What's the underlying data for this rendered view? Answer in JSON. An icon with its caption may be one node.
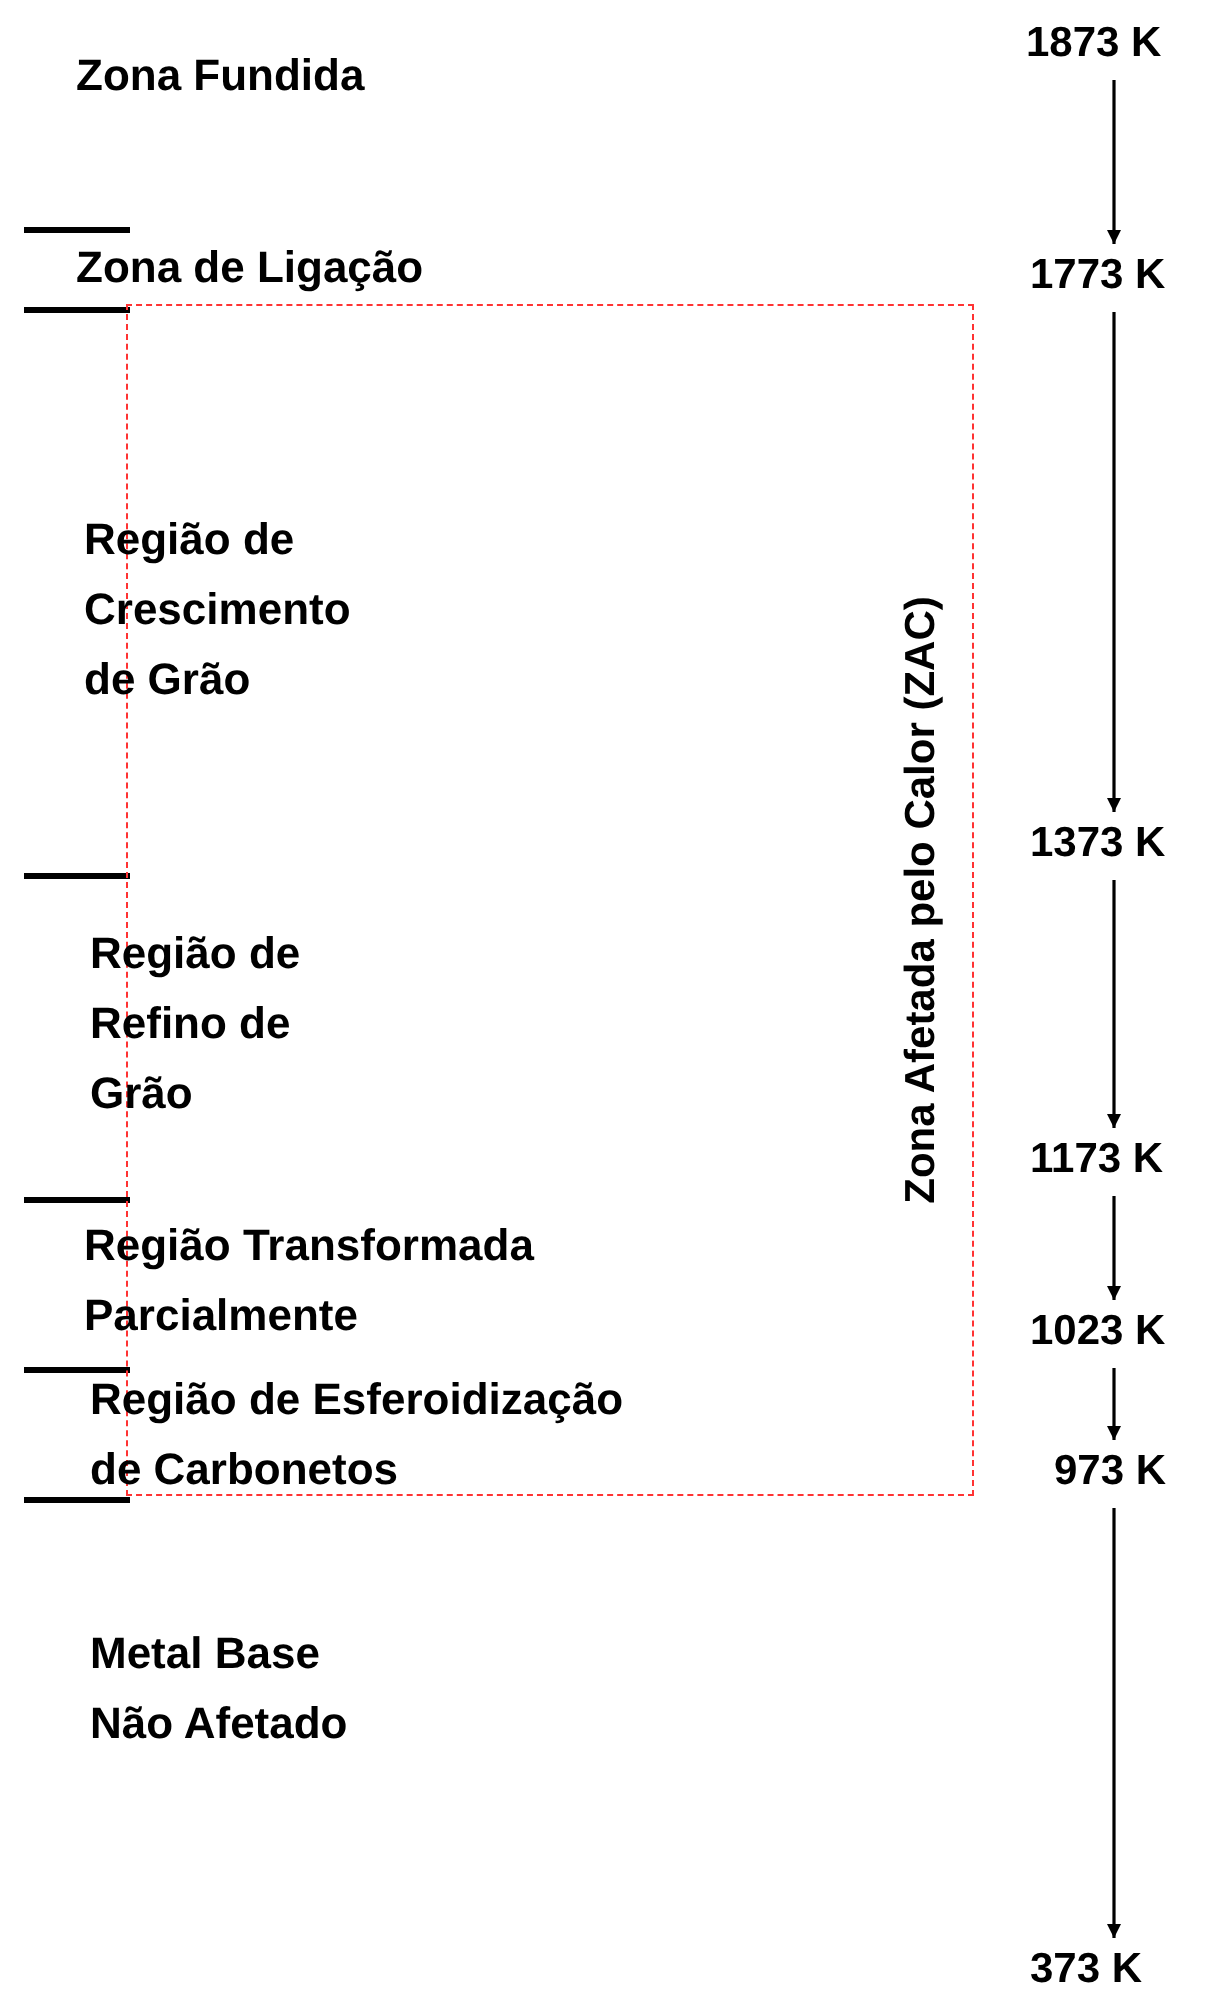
{
  "diagram": {
    "nodes": [
      {
        "text": [
          "1873 K"
        ]
      },
      {
        "text": [
          "1773 K"
        ]
      },
      {
        "text": [
          "1373 K"
        ]
      },
      {
        "text": [
          "1173 K"
        ]
      },
      {
        "text": [
          "1023 K"
        ]
      },
      {
        "text": [
          "973 K"
        ]
      },
      {
        "text": [
          "373 K"
        ]
      },
      {
        "text": [
          "Zona Afetada pelo Calor (ZAC)"
        ]
      }
    ],
    "edges": [
      {
        "from": 0,
        "to": 1,
        "arrow": "to"
      },
      {
        "from": 1,
        "to": 2,
        "arrow": "to"
      },
      {
        "from": 2,
        "to": 3,
        "arrow": "to"
      },
      {
        "from": 3,
        "to": 4,
        "arrow": "to"
      },
      {
        "from": 4,
        "to": 5,
        "arrow": "to"
      },
      {
        "from": 5,
        "to": 6,
        "arrow": "to"
      }
    ],
    "labels": [
      "Zona Fundida",
      "Zona de Ligação",
      "Região de Crescimento de Grão",
      "Região de Refino de Grão",
      "Região Transformada Parcialmente",
      "Região de Esferoidização de Carbonetos",
      "Metal Base Não Afetado"
    ]
  }
}
